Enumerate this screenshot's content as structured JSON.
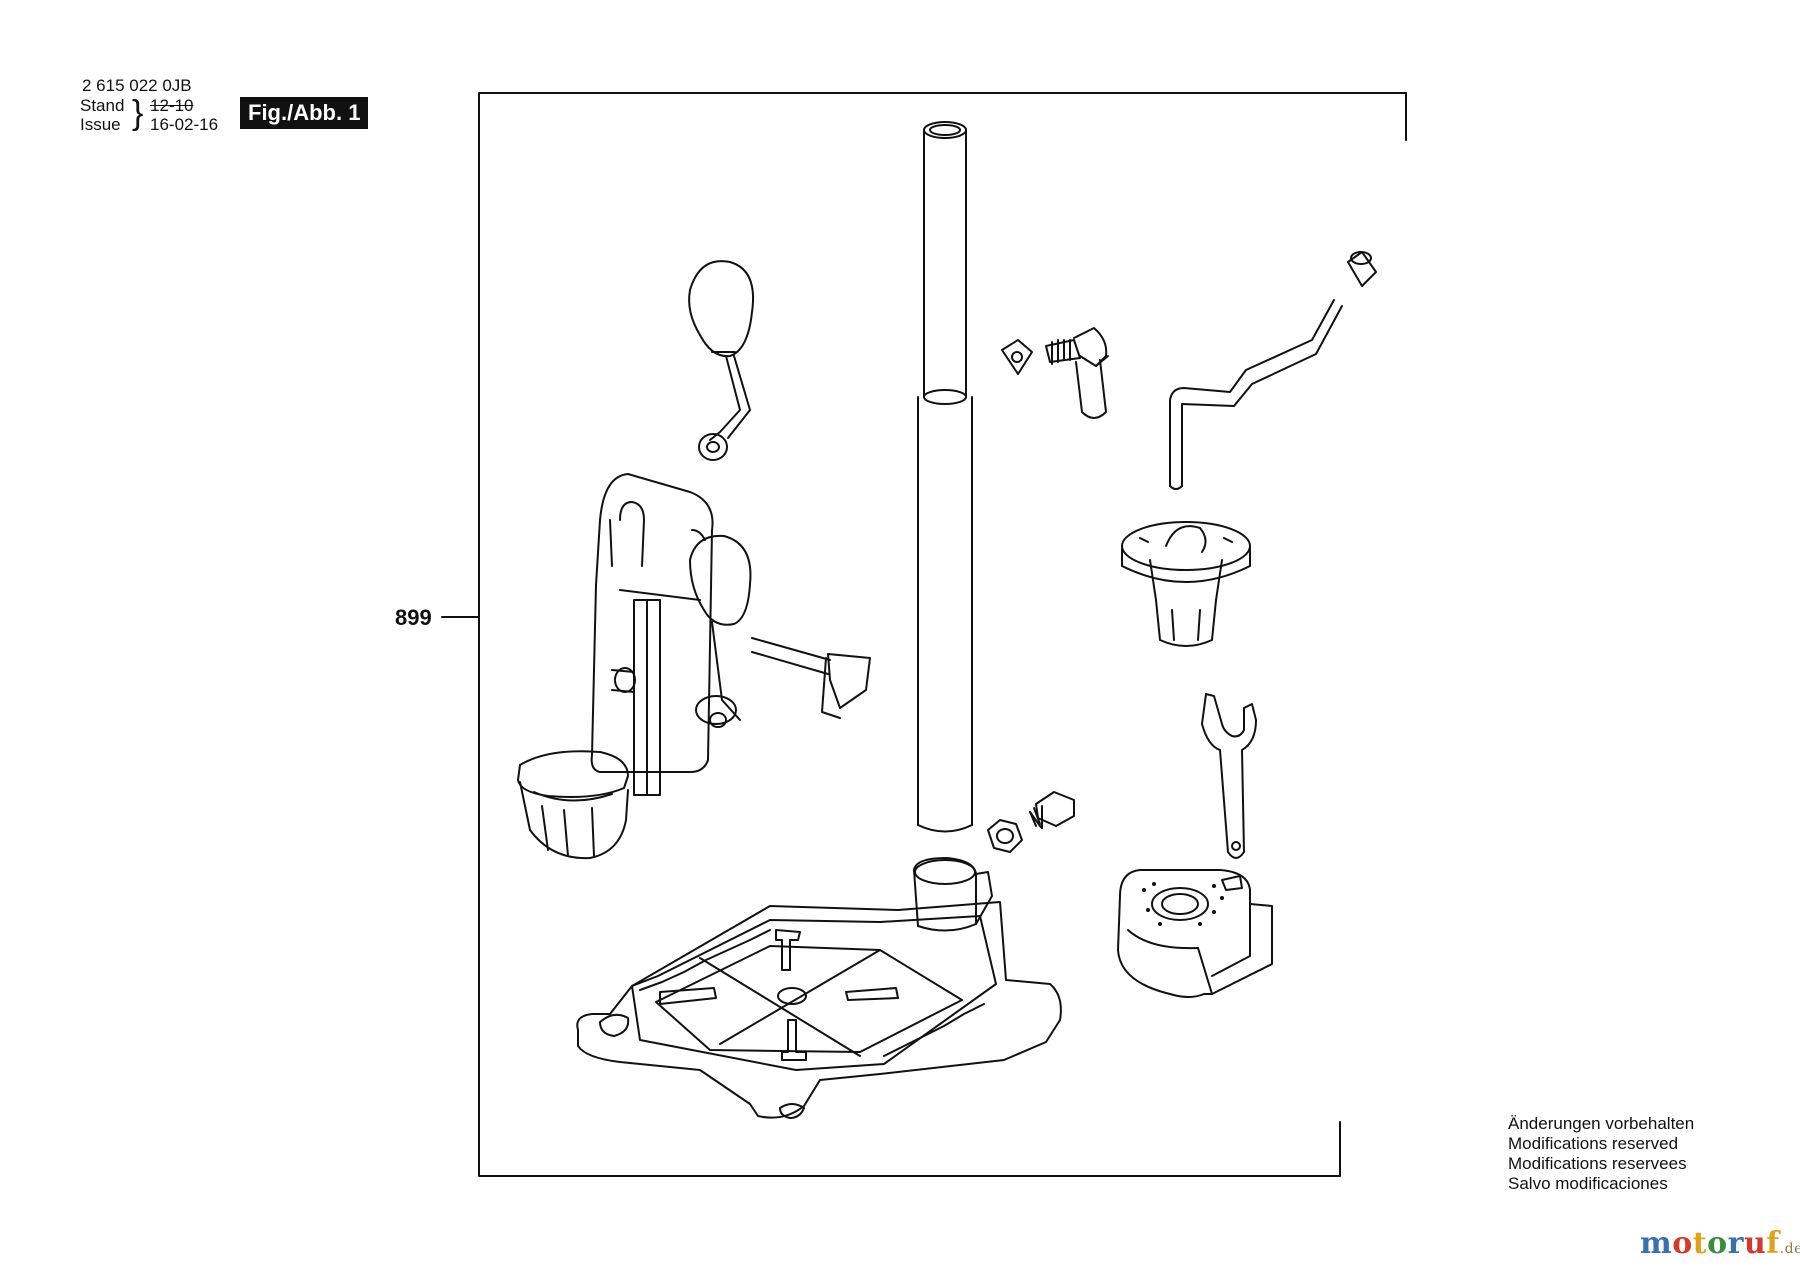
{
  "header": {
    "part_number": "2 615 022 0JB",
    "stand_label": "Stand",
    "issue_label": "Issue",
    "stand_value_old": "12-10",
    "issue_value": "16-02-16",
    "figure_label": "Fig./Abb. 1"
  },
  "diagram": {
    "callout_number": "899",
    "parts": [
      "column-tube",
      "handle-lever",
      "drill-carriage",
      "square-nut",
      "l-bolt-knob",
      "depth-rod",
      "rod-cap",
      "tool-holder-adapter",
      "spanner-wrench",
      "hex-nut",
      "hex-bolt",
      "base-plate",
      "clamp-housing"
    ]
  },
  "footer_note": {
    "lines": [
      "Änderungen vorbehalten",
      "Modifications reserved",
      "Modifications reservees",
      "Salvo modificaciones"
    ]
  },
  "watermark": {
    "letters": [
      "m",
      "o",
      "t",
      "o",
      "r",
      "u",
      "f"
    ],
    "colors": [
      "#3a6fb0",
      "#d23a2a",
      "#e0a21a",
      "#3a8f3a",
      "#3a6fb0",
      "#d23a2a",
      "#e0a21a"
    ],
    "suffix": ".de"
  }
}
